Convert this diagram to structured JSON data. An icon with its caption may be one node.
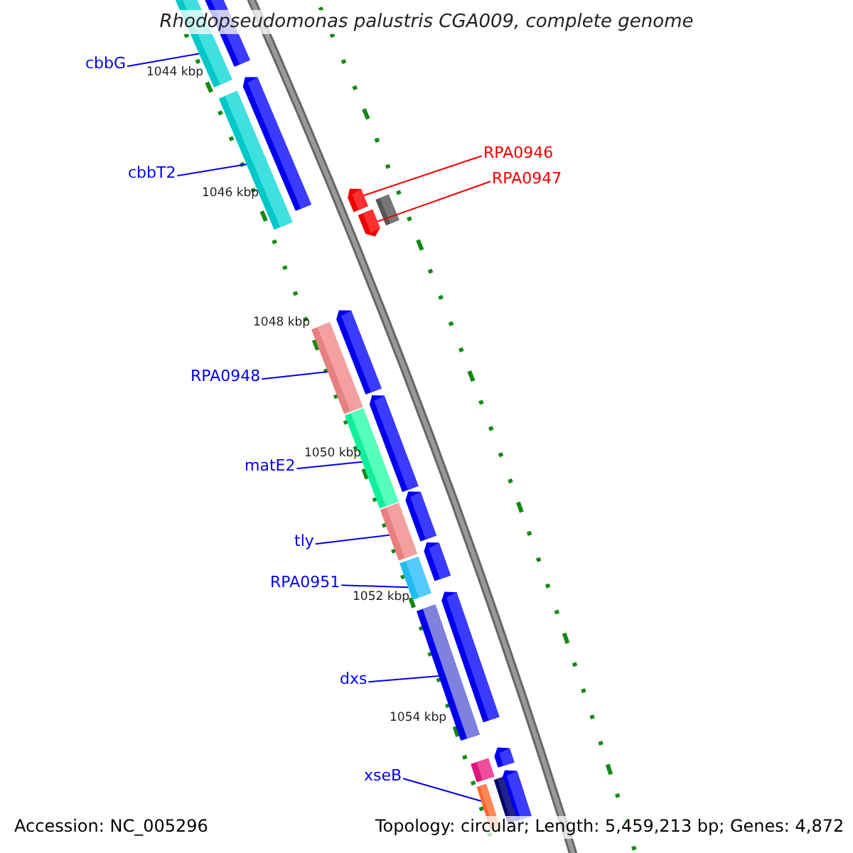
{
  "diagram": {
    "title": "Rhodopseudomonas palustris CGA009, complete genome",
    "nodes": [
      {
        "text": [
          "cbbG"
        ]
      },
      {
        "text": [
          "cbbT2"
        ]
      },
      {
        "text": [
          "RPA0946"
        ]
      },
      {
        "text": [
          "RPA0947"
        ]
      },
      {
        "text": [
          "RPA0948"
        ]
      },
      {
        "text": [
          "matE2"
        ]
      },
      {
        "text": [
          "tly"
        ]
      },
      {
        "text": [
          "RPA0951"
        ]
      },
      {
        "text": [
          "dxs"
        ]
      },
      {
        "text": [
          "xseB"
        ]
      },
      {
        "text": [],
        "shape": "bar"
      },
      {
        "text": [],
        "shape": "bar"
      },
      {
        "text": [],
        "shape": "bar"
      },
      {
        "text": [],
        "shape": "bar"
      },
      {
        "text": [],
        "shape": "bar"
      },
      {
        "text": [],
        "shape": "bar"
      },
      {
        "text": [],
        "shape": "bar"
      },
      {
        "text": [],
        "shape": "bar"
      },
      {
        "text": [],
        "shape": "bar"
      },
      {
        "text": [],
        "shape": "bar"
      }
    ],
    "edges": [
      {
        "from": 0,
        "to": 10,
        "arrow": "none"
      },
      {
        "from": 1,
        "to": 11,
        "arrow": "none"
      },
      {
        "from": 2,
        "to": 12,
        "arrow": "none",
        "color": "#ee0000"
      },
      {
        "from": 3,
        "to": 13,
        "arrow": "none",
        "color": "#ee0000"
      },
      {
        "from": 4,
        "to": 14,
        "arrow": "none"
      },
      {
        "from": 5,
        "to": 15,
        "arrow": "none"
      },
      {
        "from": 6,
        "to": 16,
        "arrow": "none"
      },
      {
        "from": 7,
        "to": 17,
        "arrow": "none"
      },
      {
        "from": 8,
        "to": 18,
        "arrow": "none"
      },
      {
        "from": 9,
        "to": 19,
        "arrow": "none"
      }
    ],
    "labels": [
      "1044 kbp",
      "1046 kbp",
      "1048 kbp",
      "1050 kbp",
      "1052 kbp",
      "1054 kbp",
      "Accession: NC_005296",
      "Topology: circular; Length: 5,459,213 bp; Genes: 4,872"
    ]
  }
}
